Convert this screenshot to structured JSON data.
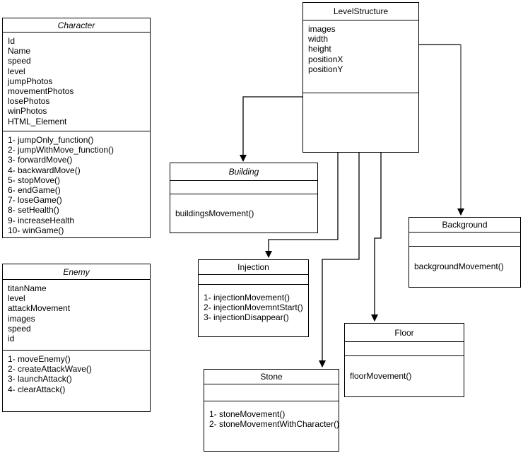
{
  "diagram": {
    "colors": {
      "border": "#000000",
      "box_fill": "#ffffff",
      "background": "#ffffff",
      "connector": "#000000",
      "connector_gray": "#808080"
    },
    "classes": {
      "character": {
        "title": "Character",
        "attributes": [
          "Id",
          "Name",
          "speed",
          "level",
          "jumpPhotos",
          "movementPhotos",
          "losePhotos",
          "winPhotos",
          "HTML_Element"
        ],
        "methods": [
          "1- jumpOnly_function()",
          "2- jumpWithMove_function()",
          "3- forwardMove()",
          "4- backwardMove()",
          "5- stopMove()",
          "6- endGame()",
          "7- loseGame()",
          "8- setHealth()",
          "9- increaseHealth",
          "10- winGame()"
        ]
      },
      "enemy": {
        "title": "Enemy",
        "attributes": [
          "titanName",
          "level",
          "attackMovement",
          "images",
          "speed",
          "id"
        ],
        "methods": [
          "1- moveEnemy()",
          "2- createAttackWave()",
          "3- launchAttack()",
          "4- clearAttack()"
        ]
      },
      "levelstructure": {
        "title": "LevelStructure",
        "attributes": [
          "images",
          "width",
          "height",
          "positionX",
          "positionY"
        ],
        "methods": []
      },
      "building": {
        "title": "Building",
        "attributes": [],
        "methods": [
          "buildingsMovement()"
        ]
      },
      "injection": {
        "title": "Injection",
        "attributes": [],
        "methods": [
          "1- injectionMovement()",
          "2- injectionMovemntStart()",
          "3- injectionDisappear()"
        ]
      },
      "background": {
        "title": "Background",
        "attributes": [],
        "methods": [
          "backgroundMovement()"
        ]
      },
      "floor": {
        "title": "Floor",
        "attributes": [],
        "methods": [
          "floorMovement()"
        ]
      },
      "stone": {
        "title": "Stone",
        "attributes": [],
        "methods": [
          "1- stoneMovement()",
          "2- stoneMovementWithCharacter()"
        ]
      }
    }
  }
}
